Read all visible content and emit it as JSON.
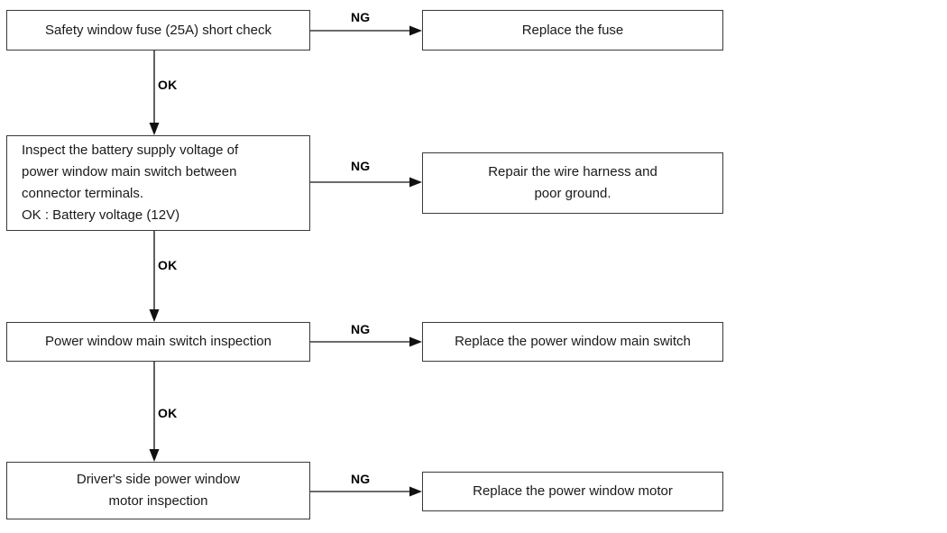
{
  "diagram": {
    "title": "Power window system troubleshooting flowchart",
    "type": "flowchart",
    "background_color": "#ffffff",
    "box_border_color": "#3a3a3a",
    "connector_color": "#3a3a3a",
    "arrowhead_color": "#111111",
    "steps": [
      {
        "id": "step-1",
        "label": "Safety window fuse (25A) short check",
        "align": "center"
      },
      {
        "id": "step-2",
        "label": "Inspect the battery supply voltage of\npower window main switch between\nconnector terminals.\nOK : Battery voltage (12V)",
        "align": "left"
      },
      {
        "id": "step-3",
        "label": "Power window main switch inspection",
        "align": "center"
      },
      {
        "id": "step-4",
        "label": "Driver's side power window\nmotor  inspection",
        "align": "center"
      }
    ],
    "actions": [
      {
        "id": "action-1",
        "label": "Replace the fuse",
        "align": "center"
      },
      {
        "id": "action-2",
        "label": "Repair the wire harness and\npoor ground.",
        "align": "center"
      },
      {
        "id": "action-3",
        "label": "Replace the power window main switch",
        "align": "center"
      },
      {
        "id": "action-4",
        "label": "Replace the power window motor",
        "align": "center"
      }
    ],
    "edge_labels": {
      "ok": "OK",
      "ng": "NG"
    },
    "edges": [
      {
        "from": "step-1",
        "to": "step-2",
        "label": "OK"
      },
      {
        "from": "step-1",
        "to": "action-1",
        "label": "NG"
      },
      {
        "from": "step-2",
        "to": "step-3",
        "label": "OK"
      },
      {
        "from": "step-2",
        "to": "action-2",
        "label": "NG"
      },
      {
        "from": "step-3",
        "to": "step-4",
        "label": "OK"
      },
      {
        "from": "step-3",
        "to": "action-3",
        "label": "NG"
      },
      {
        "from": "step-4",
        "to": "action-4",
        "label": "NG"
      }
    ]
  }
}
